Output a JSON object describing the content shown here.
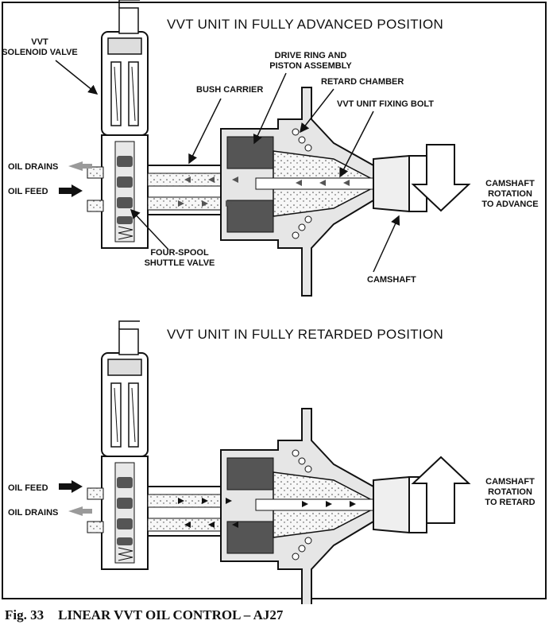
{
  "top": {
    "title": "VVT UNIT IN FULLY ADVANCED POSITION",
    "labels": {
      "solenoid_l1": "VVT",
      "solenoid_l2": "SOLENOID VALVE",
      "drive_ring_l1": "DRIVE RING AND",
      "drive_ring_l2": "PISTON ASSEMBLY",
      "bush_carrier": "BUSH CARRIER",
      "retard_chamber": "RETARD CHAMBER",
      "fixing_bolt": "VVT UNIT FIXING BOLT",
      "oil_drains": "OIL DRAINS",
      "oil_feed": "OIL FEED",
      "shuttle_l1": "FOUR-SPOOL",
      "shuttle_l2": "SHUTTLE VALVE",
      "camshaft": "CAMSHAFT",
      "rotation_l1": "CAMSHAFT",
      "rotation_l2": "ROTATION",
      "rotation_l3": "TO ADVANCE"
    }
  },
  "bottom": {
    "title": "VVT UNIT IN FULLY RETARDED POSITION",
    "labels": {
      "oil_feed": "OIL FEED",
      "oil_drains": "OIL DRAINS",
      "rotation_l1": "CAMSHAFT",
      "rotation_l2": "ROTATION",
      "rotation_l3": "TO RETARD"
    }
  },
  "caption": {
    "fig": "Fig. 33",
    "text": "LINEAR VVT OIL CONTROL – AJ27"
  },
  "colors": {
    "line": "#111111",
    "shade": "#cfcfcf",
    "dark_shade": "#555555",
    "oil": "#f4f4f4",
    "drain_arrow": "#9a9a9a"
  }
}
